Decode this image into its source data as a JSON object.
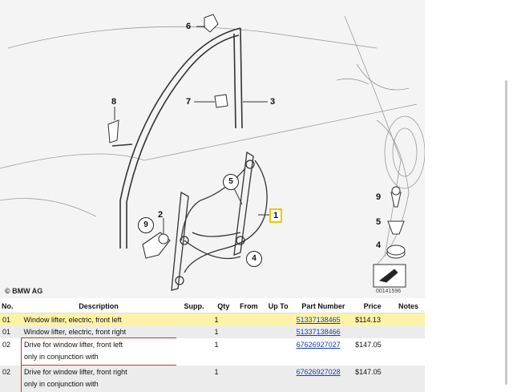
{
  "diagram": {
    "copyright": "© BMW AG",
    "diagram_id": "00141596",
    "callouts": [
      "6",
      "8",
      "7",
      "3",
      "5",
      "1",
      "9",
      "2",
      "4"
    ],
    "legend": [
      "9",
      "5",
      "4"
    ]
  },
  "table": {
    "headers": [
      "No.",
      "Description",
      "Supp.",
      "Qty",
      "From",
      "Up To",
      "Part Number",
      "Price",
      "Notes"
    ],
    "rows": [
      {
        "no": "01",
        "desc": "Window lifter, electric, front left",
        "note": "",
        "supp": "",
        "qty": "1",
        "from": "",
        "upto": "",
        "part": "51337138465",
        "price": "$114.13",
        "notes": ""
      },
      {
        "no": "01",
        "desc": "Window lifter, electric, front right",
        "note": "",
        "supp": "",
        "qty": "1",
        "from": "",
        "upto": "",
        "part": "51337138466",
        "price": "",
        "notes": ""
      },
      {
        "no": "02",
        "desc": "Drive for window lifter, front left",
        "note": "only in conjunction with",
        "supp": "",
        "qty": "1",
        "from": "",
        "upto": "",
        "part": "67626927027",
        "price": "$147.05",
        "notes": ""
      },
      {
        "no": "02",
        "desc": "Drive for window lifter, front right",
        "note": "only in conjunction with",
        "supp": "",
        "qty": "1",
        "from": "",
        "upto": "",
        "part": "67626927028",
        "price": "$147.05",
        "notes": ""
      }
    ]
  }
}
